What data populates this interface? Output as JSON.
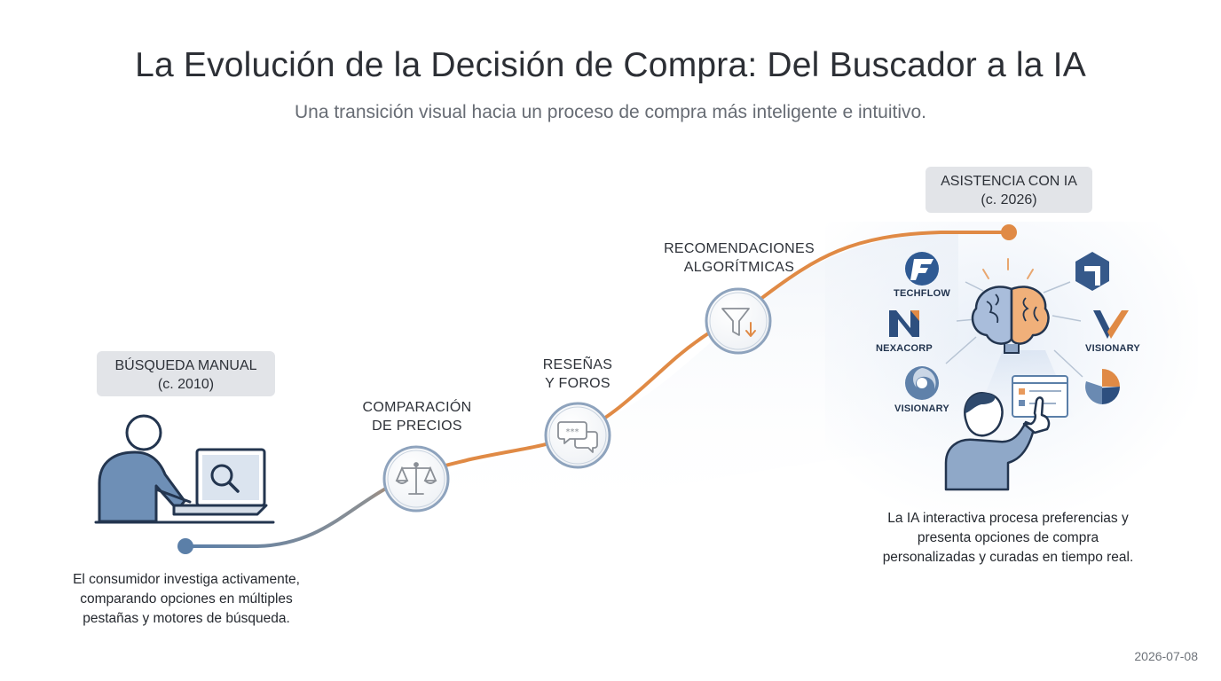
{
  "header": {
    "title": "La Evolución de la Decisión de Compra: Del Buscador a la IA",
    "subtitle": "Una transición visual hacia un proceso de compra más inteligente e intuitivo."
  },
  "stages": [
    {
      "id": "manual",
      "tag_lines": [
        "BÚSQUEDA MANUAL",
        "(c. 2010)"
      ]
    },
    {
      "id": "prices",
      "label_lines": [
        "COMPARACIÓN",
        "DE PRECIOS"
      ],
      "icon": "scale-icon"
    },
    {
      "id": "reviews",
      "label_lines": [
        "RESEÑAS",
        "Y FOROS"
      ],
      "icon": "chat-bubbles-icon"
    },
    {
      "id": "algorithms",
      "label_lines": [
        "RECOMENDACIONES",
        "ALGORÍTMICAS"
      ],
      "icon": "funnel-icon"
    },
    {
      "id": "ai",
      "tag_lines": [
        "ASISTENCIA CON IA",
        "(c. 2026)"
      ]
    }
  ],
  "descriptions": {
    "manual": [
      "El consumidor investiga activamente,",
      "comparando opciones en múltiples",
      "pestañas y motores de búsqueda."
    ],
    "ai": [
      "La IA interactiva procesa preferencias y",
      "presenta opciones de compra",
      "personalizadas y curadas en tiempo real."
    ]
  },
  "brands": {
    "techflow": "TECHFLOW",
    "nexacorp": "NEXACORP",
    "visionary_right": "VISIONARY",
    "visionary_left": "VISIONARY"
  },
  "footer": {
    "date": "2026-07-08"
  },
  "colors": {
    "start_blue": "#5b7fa8",
    "path_orange": "#e08a45",
    "navy": "#2f4a6d",
    "accent_orange": "#e89a5c"
  }
}
